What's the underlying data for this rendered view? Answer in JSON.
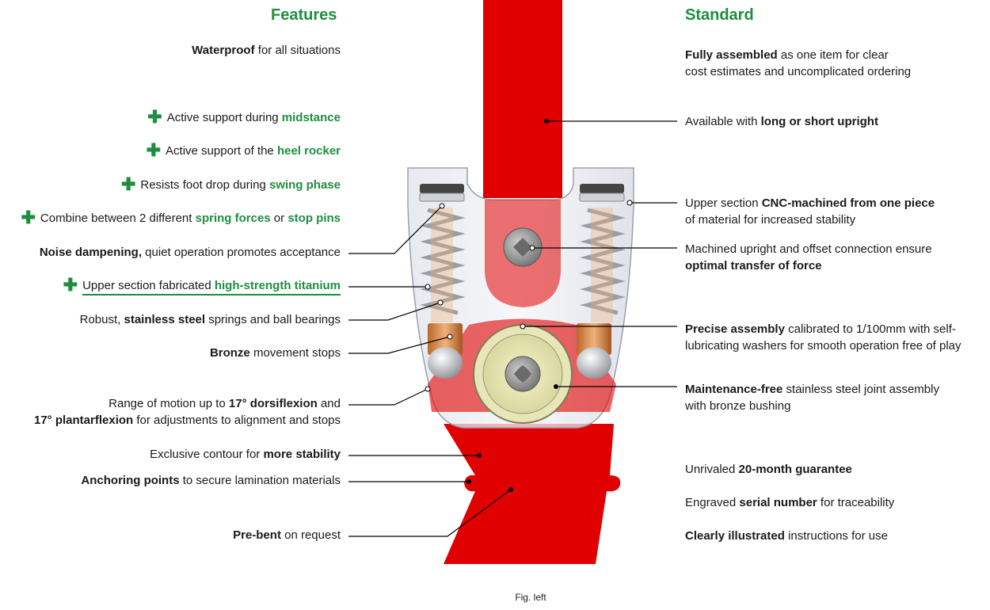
{
  "headers": {
    "features": "Features",
    "standard": "Standard"
  },
  "features": {
    "waterproof": {
      "b": "Waterproof",
      "t": " for all situations"
    },
    "midstance": {
      "t": "Active support during ",
      "g": "midstance"
    },
    "heel": {
      "t": "Active support of the ",
      "g": "heel rocker"
    },
    "swing": {
      "t": "Resists foot drop during ",
      "g": "swing phase"
    },
    "combine": {
      "t1": "Combine between 2 different ",
      "g1": "spring forces",
      "t2": " or ",
      "g2": "stop pins"
    },
    "noise": {
      "b": "Noise dampening,",
      "t": " quiet operation promotes acceptance"
    },
    "titanium": {
      "t": "Upper section fabricated ",
      "g": "high-strength titanium"
    },
    "robust": {
      "t1": "Robust, ",
      "b": "stainless steel",
      "t2": " springs and ball bearings"
    },
    "bronze": {
      "b": "Bronze",
      "t": " movement stops"
    },
    "range": {
      "t1": "Range of motion up to ",
      "b1": "17° dorsiflexion",
      "t2": " and",
      "b2": "17° plantarflexion",
      "t3": " for adjustments to alignment and stops"
    },
    "contour": {
      "t": "Exclusive contour for ",
      "b": "more stability"
    },
    "anchor": {
      "b": "Anchoring points",
      "t": " to secure lamination materials"
    },
    "prebent": {
      "b": "Pre-bent",
      "t": " on request"
    }
  },
  "standard": {
    "assembled": {
      "b": "Fully assembled",
      "t1": " as one item for clear",
      "t2": "cost estimates and uncomplicated ordering"
    },
    "upright": {
      "t": "Available with ",
      "b": "long or short upright"
    },
    "cnc": {
      "t1": "Upper section ",
      "b": "CNC-machined from one piece",
      "t2": "of material for increased stability"
    },
    "machined": {
      "t1": "Machined upright and offset connection ensure",
      "b": "optimal transfer of force"
    },
    "precise": {
      "b": "Precise assembly",
      "t1": " calibrated to 1/100mm with self-",
      "t2": "lubricating washers for smooth operation free of play"
    },
    "maintenance": {
      "b": "Maintenance-free",
      "t1": " stainless steel joint assembly",
      "t2": "with bronze bushing"
    },
    "guarantee": {
      "t": "Unrivaled ",
      "b": "20-month guarantee"
    },
    "serial": {
      "t1": "Engraved ",
      "b": "serial number",
      "t2": " for traceability"
    },
    "illustrated": {
      "b": "Clearly illustrated",
      "t": " instructions for use"
    }
  },
  "caption": "Fig. left",
  "colors": {
    "accent": "#1e8e3e",
    "part_red": "#e10000",
    "text": "#1a1a1a"
  },
  "icons": {
    "plus": "plus-icon"
  }
}
